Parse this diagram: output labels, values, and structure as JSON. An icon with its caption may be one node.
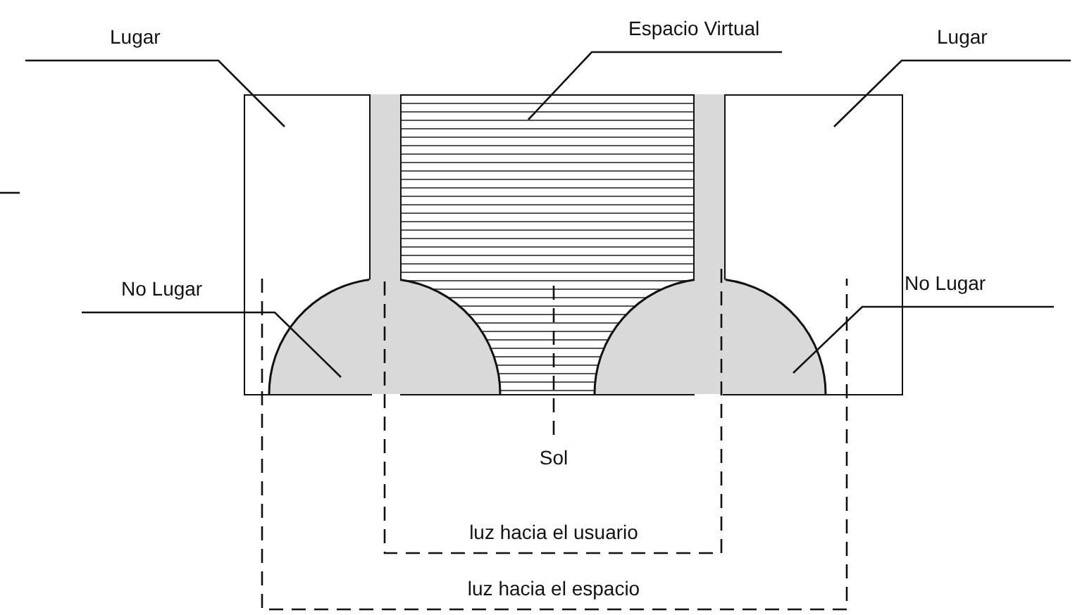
{
  "diagram": {
    "nodes": [
      {
        "text": [
          "Lugar"
        ]
      },
      {
        "text": [
          "Espacio Virtual"
        ]
      },
      {
        "text": [
          "Lugar"
        ]
      },
      {
        "text": [
          "No Lugar"
        ]
      },
      {
        "text": [
          "No Lugar"
        ]
      },
      {
        "text": [],
        "shape": "box"
      },
      {
        "text": [],
        "shape": "box"
      },
      {
        "text": [],
        "shape": "box"
      },
      {
        "text": [],
        "shape": "semicircle"
      },
      {
        "text": [],
        "shape": "semicircle"
      },
      {
        "text": [],
        "shape": "bar"
      },
      {
        "text": [],
        "shape": "bar"
      }
    ],
    "edges": [
      {
        "from": 0,
        "to": 5,
        "arrow": "none"
      },
      {
        "from": 1,
        "to": 6,
        "arrow": "none"
      },
      {
        "from": 2,
        "to": 7,
        "arrow": "none"
      },
      {
        "from": 3,
        "to": 8,
        "arrow": "none"
      },
      {
        "from": 4,
        "to": 9,
        "arrow": "none"
      }
    ],
    "labels": [
      "Sol",
      "luz hacia el usuario",
      "luz hacia el espacio"
    ]
  }
}
